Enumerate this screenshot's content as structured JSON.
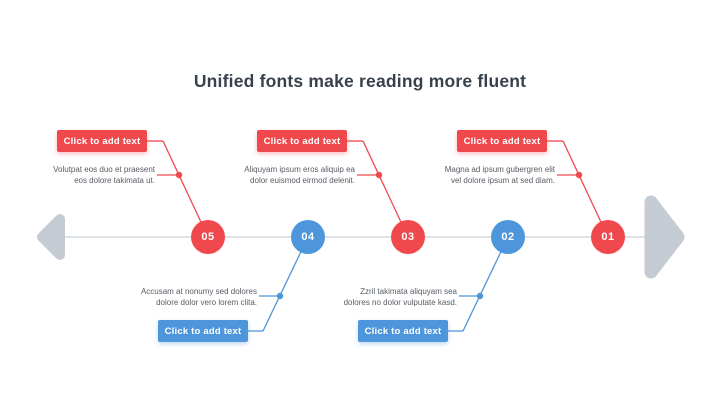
{
  "title": "Unified fonts make reading more fluent",
  "colors": {
    "red_accent": "#f0494d",
    "blue_accent": "#4d96dc",
    "arrow_gray": "#c5cbd3",
    "timeline_gray": "#ced2d7",
    "title_text": "#39424c",
    "body_text": "#565c63"
  },
  "milestones": [
    {
      "number": "05",
      "accent": "red",
      "side": "top",
      "button_label": "Click to add text",
      "description": "Volutpat eos duo et praesent\neos dolore takimata ut."
    },
    {
      "number": "04",
      "accent": "blue",
      "side": "bottom",
      "button_label": "Click to add text",
      "description": "Accusam at nonumy sed dolores\ndolore dolor vero lorem clita."
    },
    {
      "number": "03",
      "accent": "red",
      "side": "top",
      "button_label": "Click to add text",
      "description": "Aliquyam ipsum eros aliquip ea\ndolor euismod eirmod delenit."
    },
    {
      "number": "02",
      "accent": "blue",
      "side": "bottom",
      "button_label": "Click to add text",
      "description": "Zzril takimata aliquyam sea\ndolores no dolor vulputate kasd."
    },
    {
      "number": "01",
      "accent": "red",
      "side": "top",
      "button_label": "Click to add text",
      "description": "Magna ad ipsum gubergren elit\nvel dolore ipsum at sed diam."
    }
  ]
}
